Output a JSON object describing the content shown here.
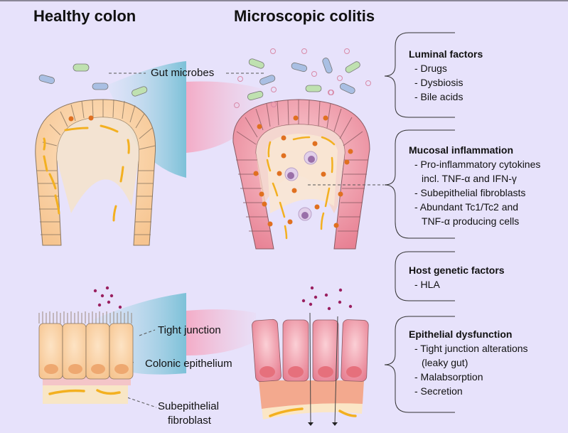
{
  "titles": {
    "healthy": "Healthy colon",
    "colitis": "Microscopic colitis"
  },
  "labels": {
    "gut_microbes": "Gut microbes",
    "tight_junction": "Tight junction",
    "colonic_epithelium": "Colonic epithelium",
    "subepithelial_1": "Subepithelial",
    "subepithelial_2": "fibroblast"
  },
  "factors": [
    {
      "heading": "Luminal factors",
      "items": [
        "- Drugs",
        "- Dysbiosis",
        "- Bile acids"
      ]
    },
    {
      "heading": "Mucosal inflammation",
      "items": [
        "- Pro-inflammatory cytokines",
        "incl. TNF-α and IFN-γ",
        "- Subepithelial fibroblasts",
        "- Abundant Tc1/Tc2 and",
        "TNF-α producing cells"
      ]
    },
    {
      "heading": "Host genetic factors",
      "items": [
        "- HLA"
      ]
    },
    {
      "heading": "Epithelial dysfunction",
      "items": [
        "- Tight junction alterations",
        "(leaky gut)",
        "- Malabsorption",
        "- Secretion"
      ]
    }
  ],
  "colors": {
    "background": "#e7e2fb",
    "healthy_cell": "#f8cfa0",
    "colitis_cell": "#ef8fa0",
    "immune_dot": "#e07020",
    "fibroblast": "#f3b020",
    "cytokine": "#9a2060",
    "healthy_glow": "#7fc4d8",
    "colitis_glow": "#f4b4cc"
  }
}
